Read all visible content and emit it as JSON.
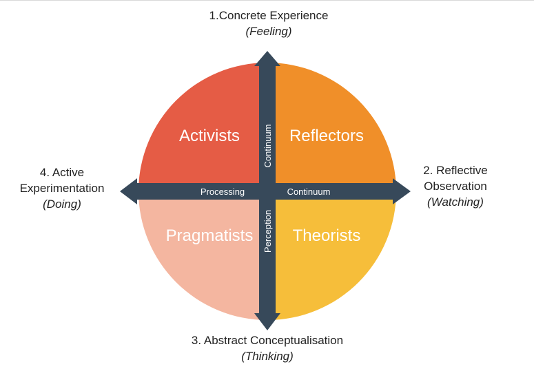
{
  "poles": {
    "top": {
      "title": "1.Concrete Experience",
      "subtitle": "(Feeling)"
    },
    "right": {
      "line1": "2. Reflective",
      "line2": "Observation",
      "subtitle": "(Watching)"
    },
    "bottom": {
      "title": "3. Abstract Conceptualisation",
      "subtitle": "(Thinking)"
    },
    "left": {
      "line1": "4. Active",
      "line2": "Experimentation",
      "subtitle": "(Doing)"
    }
  },
  "quadrants": {
    "top_left": {
      "label": "Activists",
      "color": "#e55c45"
    },
    "top_right": {
      "label": "Reflectors",
      "color": "#f08f29"
    },
    "bottom_left": {
      "label": "Pragmatists",
      "color": "#f4b6a0"
    },
    "bottom_right": {
      "label": "Theorists",
      "color": "#f6be3a"
    }
  },
  "axes": {
    "color": "#37495a",
    "horizontal": {
      "left_label": "Processing",
      "right_label": "Continuum"
    },
    "vertical": {
      "top_label": "Continuum",
      "bottom_label": "Perception"
    }
  }
}
